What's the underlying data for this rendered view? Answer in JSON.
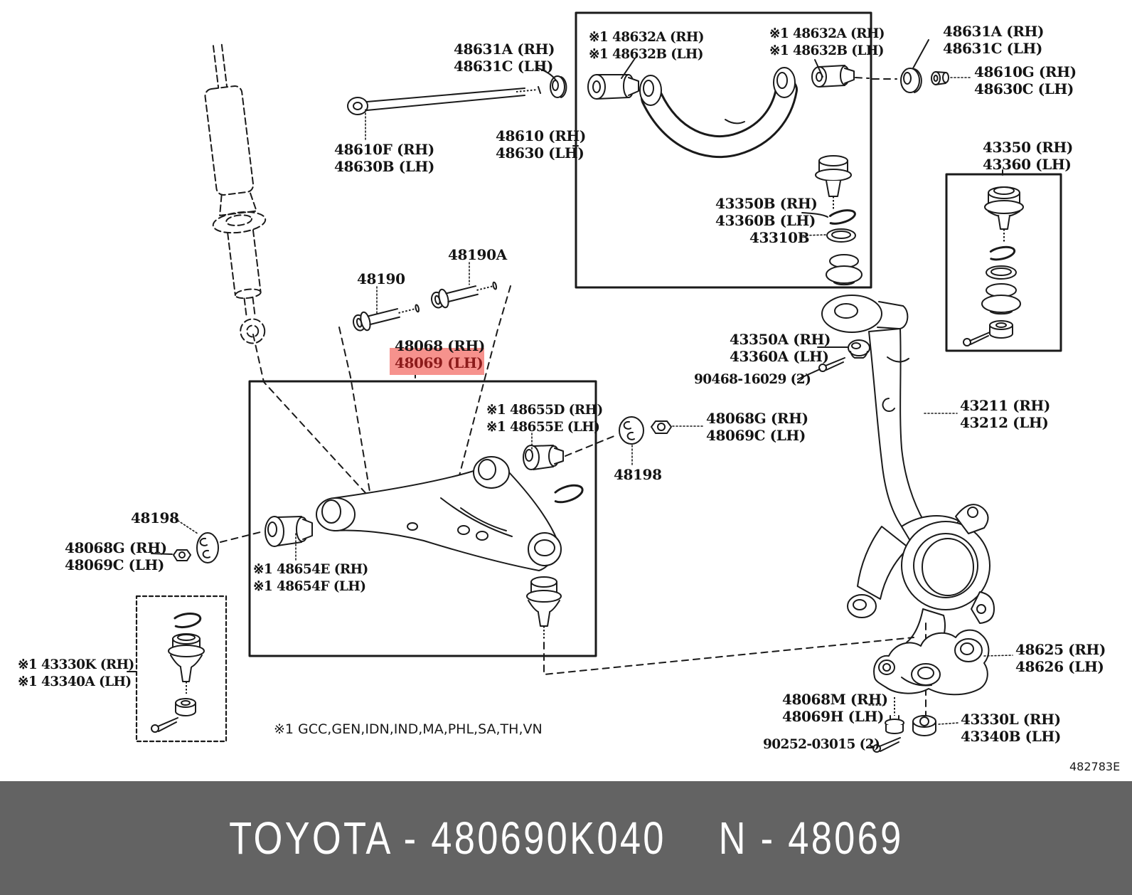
{
  "labels": {
    "stab_bush_top": {
      "line1": "48631A (RH)",
      "line2": "48631C (LH)"
    },
    "stab_link": {
      "line1": "48610F (RH)",
      "line2": "48630B (LH)"
    },
    "uca_bush_left": {
      "line1": "※1 48632A (RH)",
      "line2": "※1 48632B (LH)"
    },
    "uca_bush_right": {
      "line1": "※1 48632A (RH)",
      "line2": "※1 48632B (LH)"
    },
    "uca": {
      "line1": "48610 (RH)",
      "line2": "48630 (LH)"
    },
    "stab_bush_right": {
      "line1": "48631A (RH)",
      "line2": "48631C (LH)"
    },
    "stab_bolt_right": {
      "line1": "48610G (RH)",
      "line2": "48630C (LH)"
    },
    "uca_bj_kit": {
      "line1": "43350 (RH)",
      "line2": "43360 (LH)"
    },
    "uca_bj_ring": {
      "line1": "43350B (RH)",
      "line2": "43360B (LH)"
    },
    "uca_bj_seat": {
      "line1": "43310B"
    },
    "cam_bolt_rear": {
      "line1": "48190A"
    },
    "cam_bolt_front": {
      "line1": "48190"
    },
    "lca": {
      "line1": "48068 (RH)",
      "line2": "48069 (LH)"
    },
    "lca_bush_rear": {
      "line1": "※1 48655D (RH)",
      "line2": "※1 48655E (LH)"
    },
    "lca_nut_right": {
      "line1": "48068G (RH)",
      "line2": "48069C (LH)"
    },
    "lca_grommet_right": {
      "line1": "48198"
    },
    "knuckle_grommet": {
      "line1": "43350A (RH)",
      "line2": "43360A (LH)"
    },
    "knuckle_pin": {
      "line1": "90468-16029 (2)"
    },
    "knuckle": {
      "line1": "43211 (RH)",
      "line2": "43212 (LH)"
    },
    "lca_grommet_left": {
      "line1": "48198"
    },
    "lca_nut_left": {
      "line1": "48068G (RH)",
      "line2": "48069C (LH)"
    },
    "lca_bush_front": {
      "line1": "※1 48654E (RH)",
      "line2": "※1 48654F (LH)"
    },
    "lca_bj_kit": {
      "line1": "※1 43330K (RH)",
      "line2": "※1 43340A (LH)"
    },
    "bracket": {
      "line1": "48625 (RH)",
      "line2": "48626 (LH)"
    },
    "bracket_bolt": {
      "line1": "48068M (RH)",
      "line2": "48069H (LH)"
    },
    "bracket_nut": {
      "line1": "43330L (RH)",
      "line2": "43340B (LH)"
    },
    "bracket_pin": {
      "line1": "90252-03015 (2)"
    }
  },
  "highlight": {
    "bg": "#f6928d",
    "text_color": "#8c1b1b",
    "highlighted_part": "48069 (LH)"
  },
  "footnote": {
    "text": "※1 GCC,GEN,IDN,IND,MA,PHL,SA,TH,VN"
  },
  "diagram_code": {
    "text": "482783E"
  },
  "footer": {
    "left": "TOYOTA - 480690K040",
    "right": "N - 48069",
    "bg": "#636363",
    "text_color": "#ffffff"
  }
}
